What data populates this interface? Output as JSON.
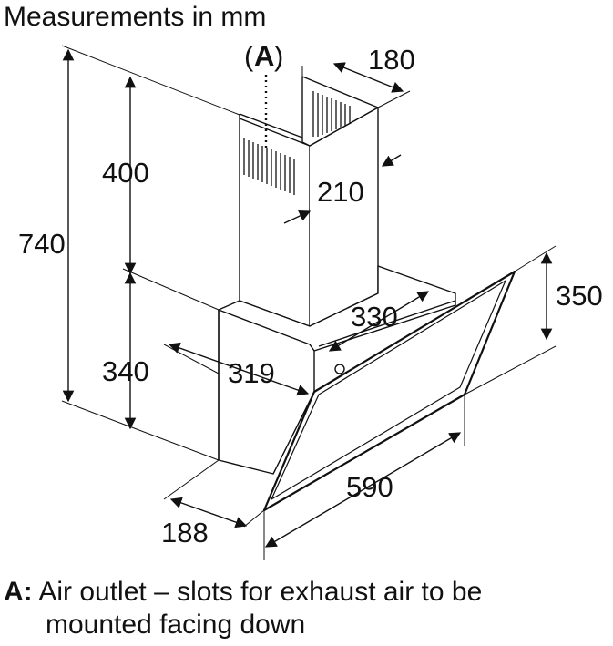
{
  "title": "Measurements in mm",
  "marker": {
    "open": "(",
    "letter": "A",
    "close": ")"
  },
  "dimensions": {
    "overall_height": "740",
    "chimney_height": "400",
    "body_height": "340",
    "chimney_width": "180",
    "chimney_depth": "210",
    "body_depth": "330",
    "glass_depth": "319",
    "canopy_height": "350",
    "wall_offset": "188",
    "width": "590"
  },
  "legend": {
    "key": "A:",
    "line1": "Air outlet – slots for exhaust air to be",
    "line2": "mounted facing down"
  }
}
